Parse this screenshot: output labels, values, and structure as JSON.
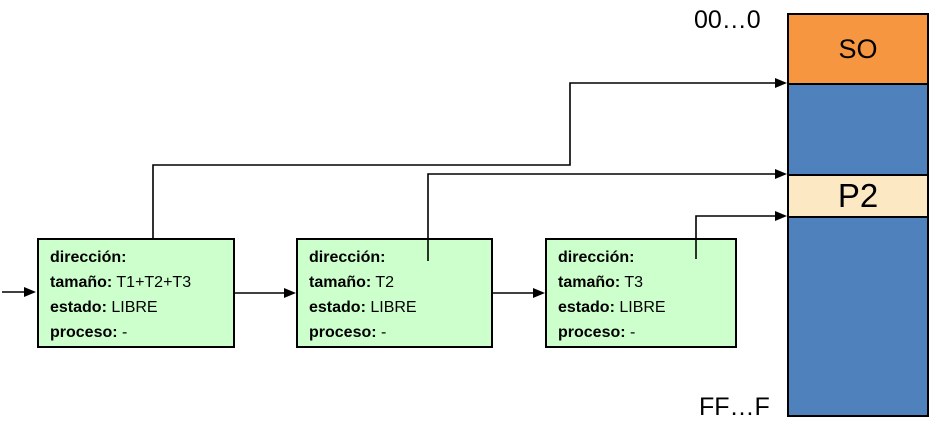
{
  "memory_map": {
    "top_label": "00…0",
    "bottom_label": "FF…F",
    "segments": [
      {
        "label": "SO",
        "color": "#F79640"
      },
      {
        "label": "",
        "color": "#4F81BD"
      },
      {
        "label": "P2",
        "color": "#FCE9C4"
      },
      {
        "label": "",
        "color": "#4F81BD"
      }
    ]
  },
  "free_list": {
    "nodes": [
      {
        "fields": [
          {
            "label": "dirección:",
            "value": ""
          },
          {
            "label": "tamaño:",
            "value": " T1+T2+T3"
          },
          {
            "label": "estado:",
            "value": " LIBRE"
          },
          {
            "label": "proceso:",
            "value": " -"
          }
        ]
      },
      {
        "fields": [
          {
            "label": "dirección:",
            "value": ""
          },
          {
            "label": "tamaño:",
            "value": " T2"
          },
          {
            "label": "estado:",
            "value": " LIBRE"
          },
          {
            "label": "proceso:",
            "value": " -"
          }
        ]
      },
      {
        "fields": [
          {
            "label": "dirección:",
            "value": ""
          },
          {
            "label": "tamaño:",
            "value": " T3"
          },
          {
            "label": "estado:",
            "value": " LIBRE"
          },
          {
            "label": "proceso:",
            "value": " -"
          }
        ]
      }
    ],
    "node_color": "#CCFFCC"
  },
  "colors": {
    "so_block": "#F79640",
    "used_block": "#4F81BD",
    "p2_block": "#FCE9C4",
    "node_fill": "#CCFFCC",
    "line": "#000000"
  }
}
